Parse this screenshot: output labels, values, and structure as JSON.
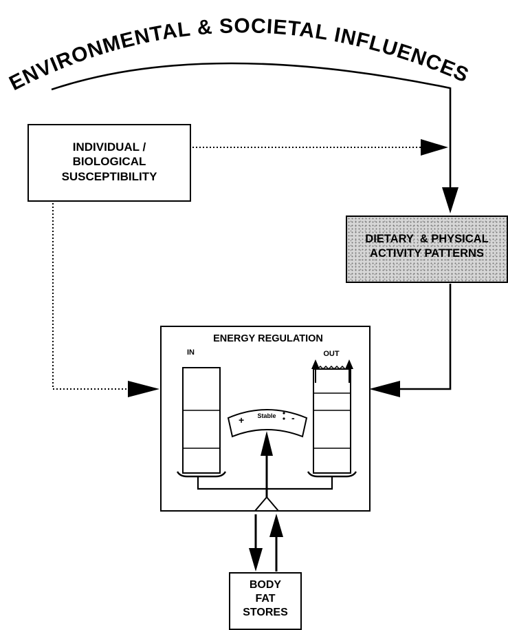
{
  "header": {
    "title": "ENVIRONMENTAL & SOCIETAL INFLUENCES"
  },
  "individual": {
    "line1": "INDIVIDUAL /",
    "line2": "BIOLOGICAL",
    "line3": "SUSCEPTIBILITY"
  },
  "dietary": {
    "line1": "DIETARY  & PHYSICAL",
    "line2": "ACTIVITY PATTERNS"
  },
  "energy": {
    "title": "ENERGY REGULATION",
    "in_label": "IN",
    "out_label": "OUT",
    "gauge_label": "Stable",
    "plus": "+",
    "minus": "-"
  },
  "bodyfat": {
    "line1": "BODY",
    "line2": "FAT",
    "line3": "STORES"
  }
}
